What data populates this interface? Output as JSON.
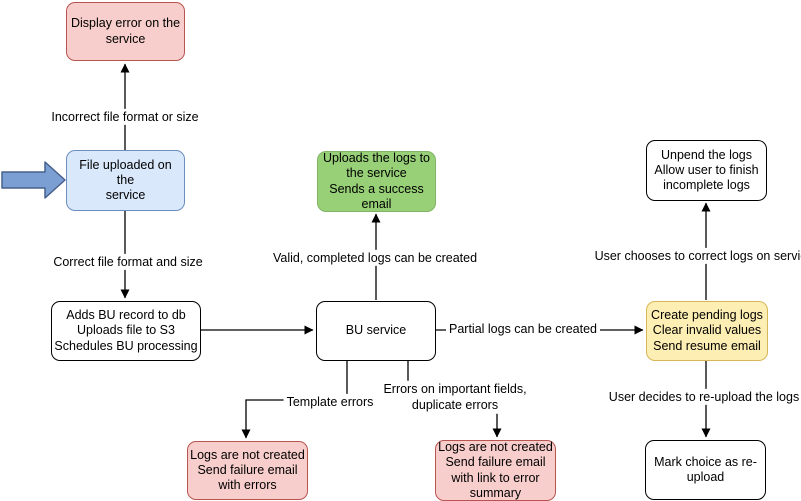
{
  "flowchart": {
    "nodes": {
      "display_error": {
        "label": "Display error on the\nservice"
      },
      "file_uploaded": {
        "label": "File uploaded on the\nservice"
      },
      "adds_bu": {
        "label": "Adds BU record to db\nUploads file to S3\nSchedules BU processing"
      },
      "bu_service": {
        "label": "BU service"
      },
      "uploads_logs": {
        "label": "Uploads the logs to\nthe service\nSends a success\nemail"
      },
      "unpend": {
        "label": "Unpend the logs\nAllow user to finish\nincomplete logs"
      },
      "create_pending": {
        "label": "Create pending logs\nClear invalid values\nSend resume email"
      },
      "logs_not_created_template": {
        "label": "Logs are not created\nSend failure email\nwith errors"
      },
      "logs_not_created_fields": {
        "label": "Logs are not created\nSend failure email\nwith link to error\nsummary"
      },
      "mark_choice": {
        "label": "Mark choice as re-\nupload"
      }
    },
    "edge_labels": {
      "incorrect_file": "Incorrect file format or size",
      "correct_file": "Correct file format and size",
      "valid_logs": "Valid, completed logs can be created",
      "partial_logs": "Partial logs can be created",
      "template_errors": "Template errors",
      "errors_fields": "Errors on important fields,\nduplicate errors",
      "user_chooses": "User chooses to correct logs on service",
      "user_decides": "User decides to re-upload the logs"
    },
    "colors": {
      "node_pink_fill": "#f8cecc",
      "node_pink_border": "#b85450",
      "node_blue_fill": "#dae8fc",
      "node_blue_border": "#6c8ebf",
      "node_green_fill": "#97d077",
      "node_green_border": "#82b366",
      "node_yellow_fill": "#fdeeb3",
      "node_yellow_border": "#d6b656",
      "node_white_fill": "#ffffff",
      "node_white_border": "#000000",
      "edge_color": "#000000",
      "start_arrow_fill": "#7c9fd3",
      "start_arrow_border": "#47608c"
    }
  }
}
